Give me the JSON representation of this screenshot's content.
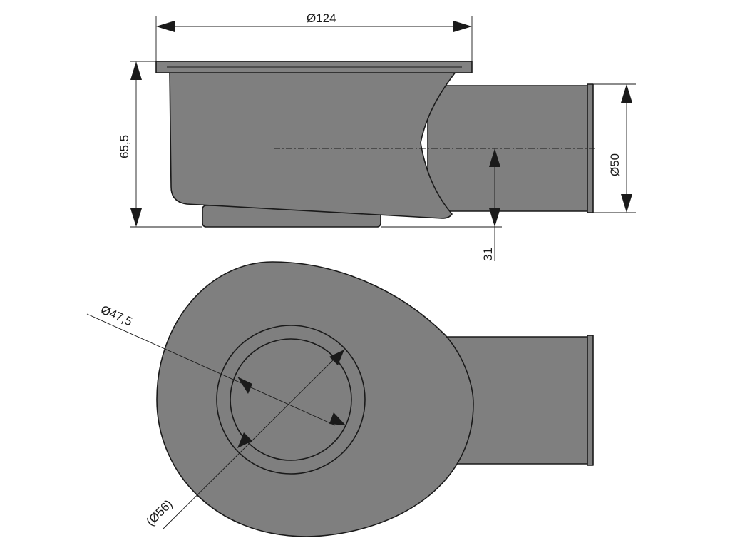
{
  "dimensions": {
    "top_width": "Ø124",
    "height": "65,5",
    "outlet_diameter": "Ø50",
    "outlet_height": "31",
    "inner_diameter": "Ø47,5",
    "outer_diameter": "(Ø56)"
  }
}
